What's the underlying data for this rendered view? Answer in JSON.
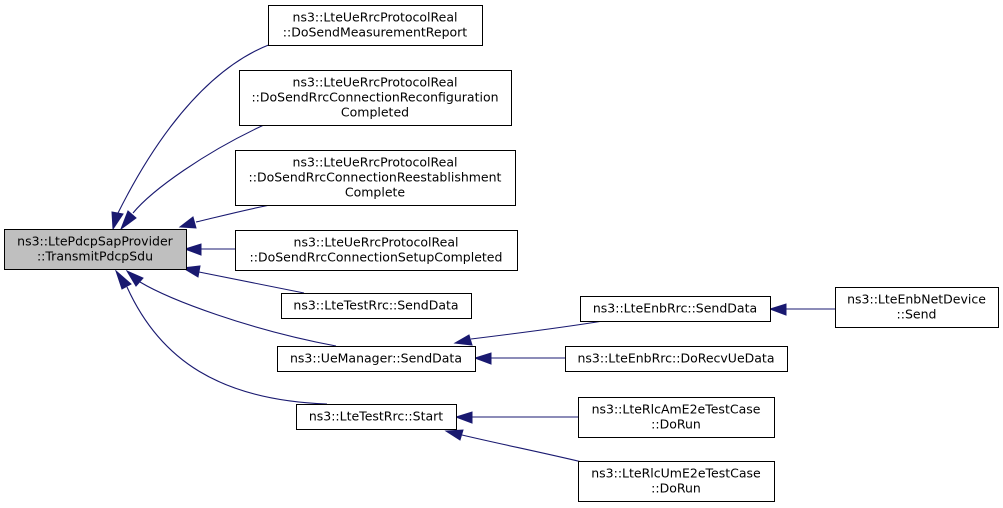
{
  "diagram": {
    "type": "call-graph",
    "colors": {
      "edge": "#191970",
      "node_fill": "#ffffff",
      "focus_fill": "#bfbfbf",
      "border": "#000000"
    },
    "nodes": [
      {
        "id": "transmit",
        "focus": true,
        "lines": [
          "ns3::LtePdcpSapProvider",
          "::TransmitPdcpSdu"
        ]
      },
      {
        "id": "measrep",
        "lines": [
          "ns3::LteUeRrcProtocolReal",
          "::DoSendMeasurementReport"
        ]
      },
      {
        "id": "reconf",
        "lines": [
          "ns3::LteUeRrcProtocolReal",
          "::DoSendRrcConnectionReconfiguration",
          "Completed"
        ]
      },
      {
        "id": "reest",
        "lines": [
          "ns3::LteUeRrcProtocolReal",
          "::DoSendRrcConnectionReestablishment",
          "Complete"
        ]
      },
      {
        "id": "setup",
        "lines": [
          "ns3::LteUeRrcProtocolReal",
          "::DoSendRrcConnectionSetupCompleted"
        ]
      },
      {
        "id": "testsend",
        "lines": [
          "ns3::LteTestRrc::SendData"
        ]
      },
      {
        "id": "uemgr",
        "lines": [
          "ns3::UeManager::SendData"
        ]
      },
      {
        "id": "teststart",
        "lines": [
          "ns3::LteTestRrc::Start"
        ]
      },
      {
        "id": "enbsend",
        "lines": [
          "ns3::LteEnbRrc::SendData"
        ]
      },
      {
        "id": "enbrecv",
        "lines": [
          "ns3::LteEnbRrc::DoRecvUeData"
        ]
      },
      {
        "id": "amrun",
        "lines": [
          "ns3::LteRlcAmE2eTestCase",
          "::DoRun"
        ]
      },
      {
        "id": "umrun",
        "lines": [
          "ns3::LteRlcUmE2eTestCase",
          "::DoRun"
        ]
      },
      {
        "id": "netdev",
        "lines": [
          "ns3::LteEnbNetDevice",
          "::Send"
        ]
      }
    ],
    "edges": [
      {
        "from": "measrep",
        "to": "transmit"
      },
      {
        "from": "reconf",
        "to": "transmit"
      },
      {
        "from": "reest",
        "to": "transmit"
      },
      {
        "from": "setup",
        "to": "transmit"
      },
      {
        "from": "testsend",
        "to": "transmit"
      },
      {
        "from": "uemgr",
        "to": "transmit"
      },
      {
        "from": "teststart",
        "to": "transmit"
      },
      {
        "from": "enbsend",
        "to": "uemgr"
      },
      {
        "from": "enbrecv",
        "to": "uemgr"
      },
      {
        "from": "amrun",
        "to": "teststart"
      },
      {
        "from": "umrun",
        "to": "teststart"
      },
      {
        "from": "netdev",
        "to": "enbsend"
      }
    ]
  }
}
